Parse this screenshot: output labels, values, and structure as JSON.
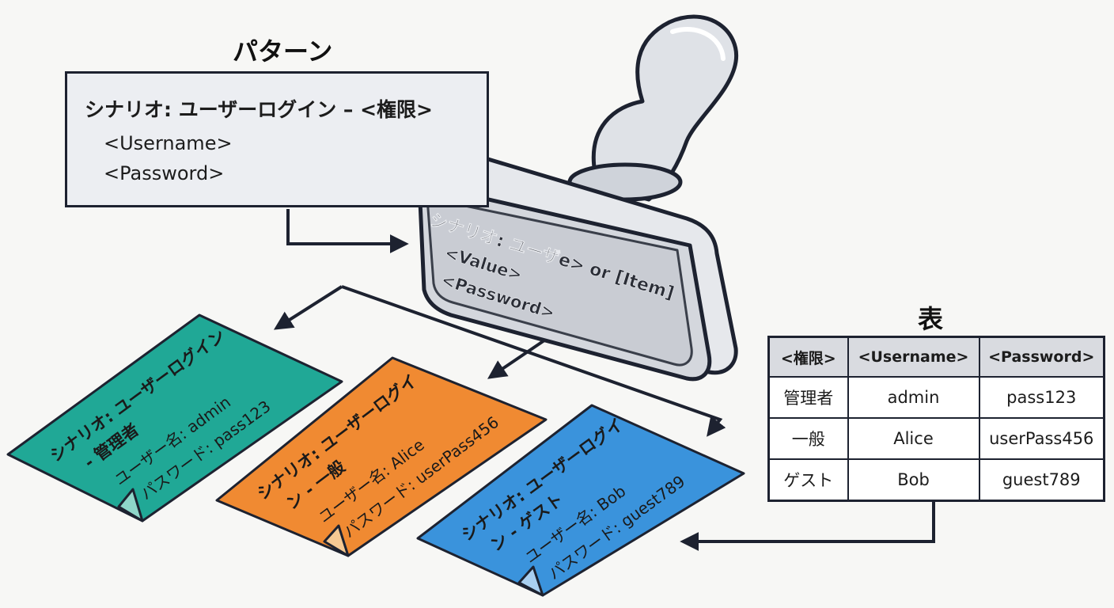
{
  "pattern": {
    "title": "パターン",
    "heading": "シナリオ: ユーザーログイン – <権限>",
    "lines": [
      "<Username>",
      "<Password>"
    ]
  },
  "stamp": {
    "lines": [
      "シナリオ: ユーザe> or [Item]",
      "<Value>",
      "<Password>"
    ],
    "colors": {
      "body": "#e6e8ec",
      "handle": "#dfe2e7",
      "outline": "#1d2230"
    }
  },
  "table": {
    "title": "表",
    "headers": [
      "<権限>",
      "<Username>",
      "<Password>"
    ],
    "rows": [
      [
        "管理者",
        "admin",
        "pass123"
      ],
      [
        "一般",
        "Alice",
        "userPass456"
      ],
      [
        "ゲスト",
        "Bob",
        "guest789"
      ]
    ]
  },
  "cards": [
    {
      "color": "#20a896",
      "lines": [
        "シナリオ: ユーザーログイン",
        "- 管理者",
        "ユーザー名: admin",
        "パスワード: pass123"
      ]
    },
    {
      "color": "#f08a32",
      "lines": [
        "シナリオ: ユーザーログイ",
        "ン - 一般",
        "ユーザー名: Alice",
        "パスワード: userPass456"
      ]
    },
    {
      "color": "#3a93dc",
      "lines": [
        "シナリオ: ユーザーログイ",
        "ン - ゲスト",
        "ユーザー名: Bob",
        "パスワード: guest789"
      ]
    }
  ]
}
